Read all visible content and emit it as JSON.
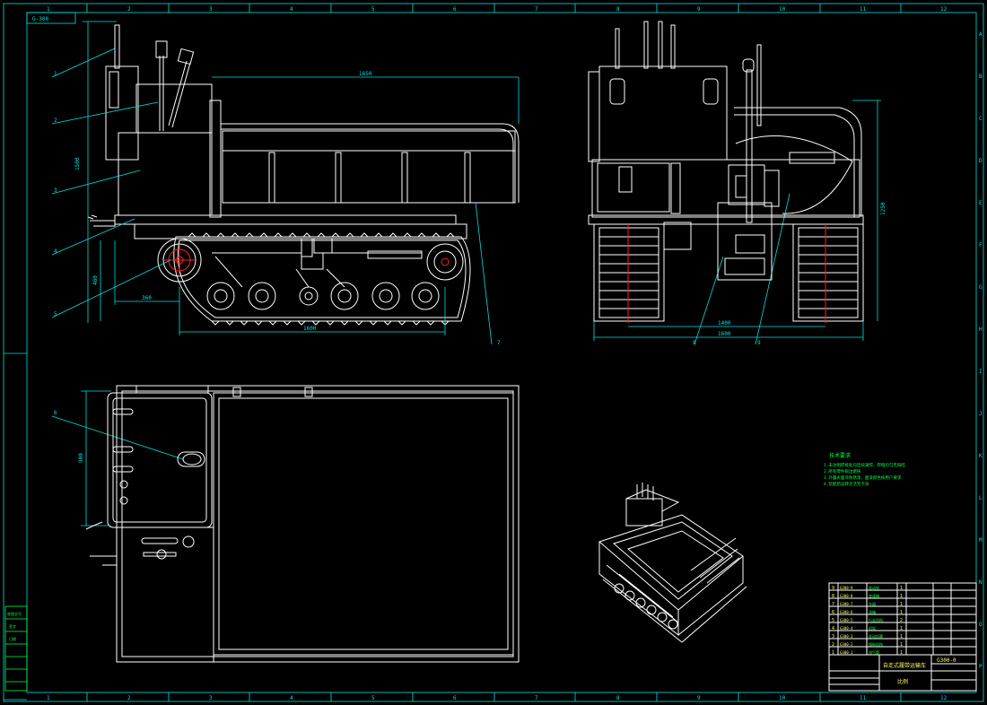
{
  "drawing": {
    "code": "G-300",
    "title": "自走式履带运输车",
    "scale_label": "比例",
    "part_no": "G300-0"
  },
  "border": {
    "columns": [
      "1",
      "2",
      "3",
      "4",
      "5",
      "6",
      "7",
      "8",
      "9",
      "10",
      "11",
      "12"
    ],
    "rows": [
      "A",
      "B",
      "C",
      "D",
      "E",
      "F",
      "G",
      "H",
      "I",
      "J",
      "K",
      "L",
      "M",
      "N",
      "O",
      "P"
    ]
  },
  "callouts": [
    "1",
    "2",
    "3",
    "4",
    "5",
    "6",
    "7",
    "8",
    "9"
  ],
  "dimensions": {
    "side_box_length": "1650",
    "side_height": "1500",
    "side_wheelbase": "1600",
    "side_front": "360",
    "side_clear": "480",
    "front_height": "1250",
    "front_width": "1400",
    "front_track": "1600",
    "top_panel": "900"
  },
  "tech_notes": {
    "heading": "技术要求",
    "lines": [
      "1.未注明焊接处均连续满焊，焊缝均匀无缺陷",
      "2.所有零件锐边倒钝",
      "3.外露表面涂防锈漆，面漆颜色按用户要求",
      "4.装配后运转灵活无卡滞"
    ]
  },
  "bom": {
    "rows": [
      {
        "no": "9",
        "code": "G300-9",
        "name": "驱动轮",
        "qty": "1"
      },
      {
        "no": "8",
        "code": "G300-8",
        "name": "变速箱",
        "qty": "1"
      },
      {
        "no": "7",
        "code": "G300-7",
        "name": "车厢",
        "qty": "1"
      },
      {
        "no": "6",
        "code": "G300-6",
        "name": "油箱",
        "qty": "1"
      },
      {
        "no": "5",
        "code": "G300-5",
        "name": "行走机构",
        "qty": "2"
      },
      {
        "no": "4",
        "code": "G300-4",
        "name": "机架",
        "qty": "1"
      },
      {
        "no": "3",
        "code": "G300-3",
        "name": "发动机罩",
        "qty": "1"
      },
      {
        "no": "2",
        "code": "G300-2",
        "name": "操纵机构",
        "qty": "1"
      },
      {
        "no": "1",
        "code": "G300-1",
        "name": "排气管",
        "qty": "1"
      }
    ]
  },
  "stamp": {
    "lines": [
      "底图总号",
      "签字",
      "日期"
    ]
  }
}
